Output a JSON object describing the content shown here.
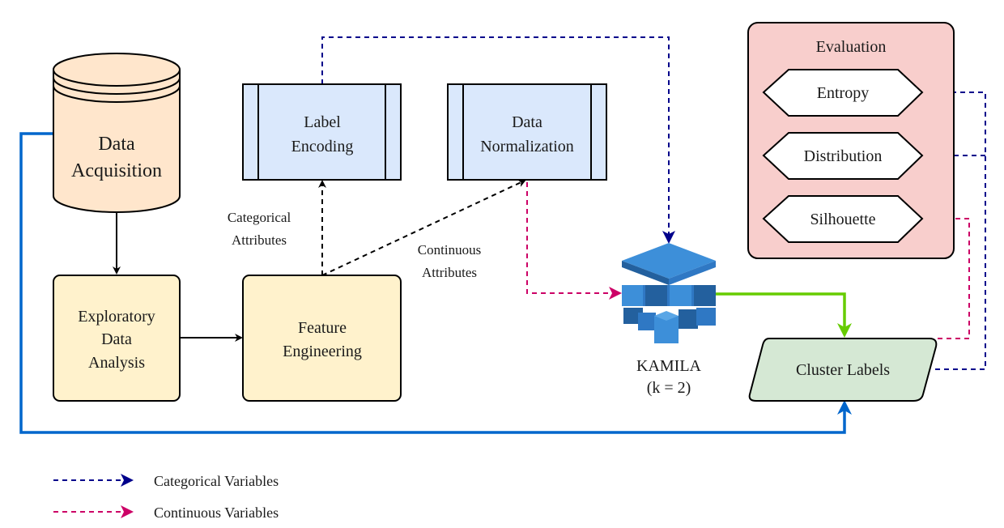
{
  "colors": {
    "black_arrow": "#000000",
    "blue_solid": "#0066cc",
    "green_solid": "#66cc00",
    "categorical_dashed": "#00008b",
    "continuous_dashed": "#cc0066",
    "db_fill": "#ffe6cc",
    "yellow_box": "#fff2cc",
    "blue_box": "#dae8fc",
    "green_box": "#d5e8d4",
    "eval_panel": "#f8cecc",
    "cube_dark": "#23609e",
    "cube_mid": "#2f78c4",
    "cube_light": "#3d8fd9"
  },
  "nodes": {
    "data_acquisition": {
      "line1": "Data",
      "line2": "Acquisition"
    },
    "eda": {
      "line1": "Exploratory",
      "line2": "Data",
      "line3": "Analysis"
    },
    "feature_engineering": {
      "line1": "Feature",
      "line2": "Engineering"
    },
    "label_encoding": {
      "line1": "Label",
      "line2": "Encoding"
    },
    "data_normalization": {
      "line1": "Data",
      "line2": "Normalization"
    },
    "kamila": {
      "line1": "KAMILA",
      "line2": "(k = 2)"
    },
    "cluster_labels": {
      "label": "Cluster Labels"
    },
    "evaluation": {
      "title": "Evaluation",
      "metrics": [
        "Entropy",
        "Distribution",
        "Silhouette"
      ]
    }
  },
  "edge_labels": {
    "categorical_1": "Categorical",
    "categorical_2": "Attributes",
    "continuous_1": "Continuous",
    "continuous_2": "Attributes"
  },
  "legend": {
    "categorical": "Categorical Variables",
    "continuous": "Continuous Variables"
  }
}
